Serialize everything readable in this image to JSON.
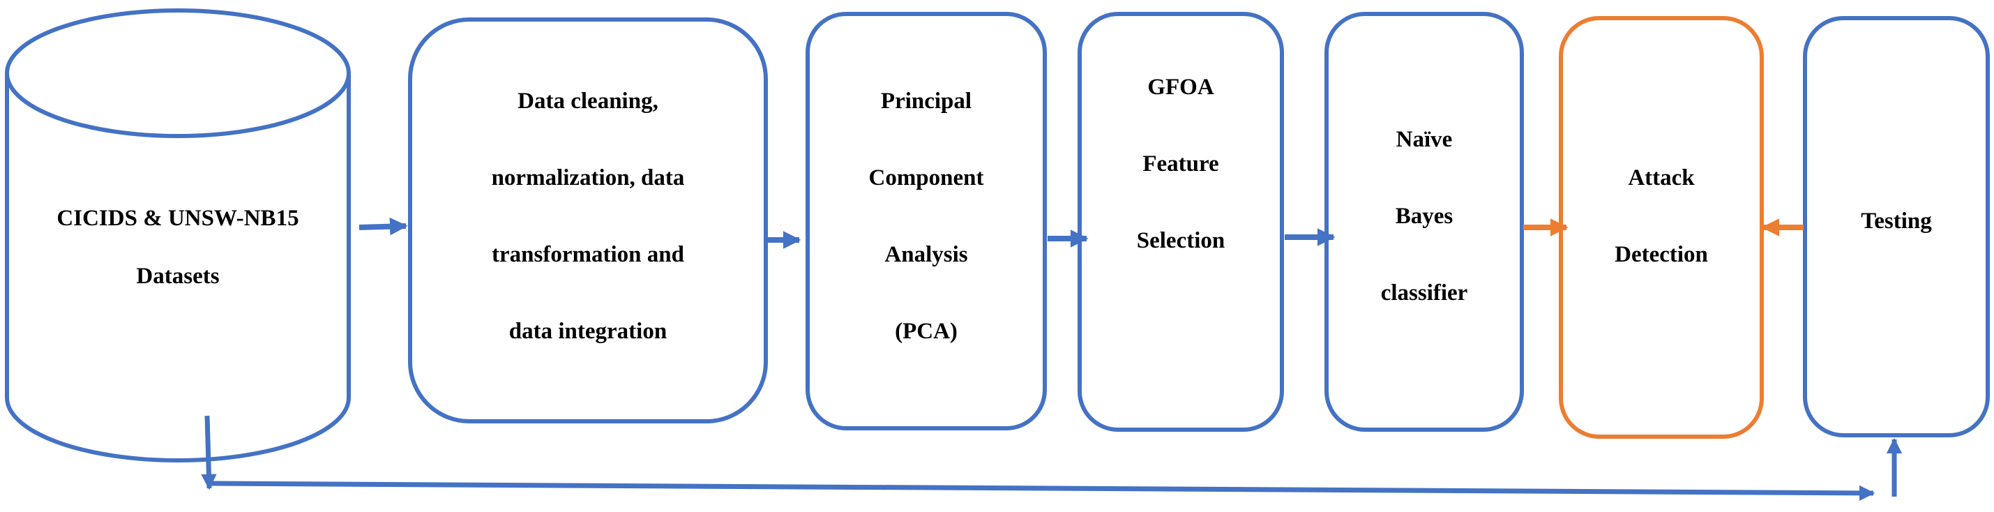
{
  "colors": {
    "blue": "#4472C4",
    "orange": "#ED7D31",
    "text": "#000000",
    "background": "#FFFFFF"
  },
  "nodes": {
    "datasets": {
      "lines": [
        "CICIDS & UNSW-NB15",
        "Datasets"
      ],
      "shape": "cylinder"
    },
    "preprocessing": {
      "lines": [
        "Data cleaning,",
        "normalization, data",
        "transformation and",
        "data integration"
      ],
      "shape": "rounded-rectangle"
    },
    "pca": {
      "lines": [
        "Principal",
        "Component",
        "Analysis",
        "(PCA)"
      ],
      "shape": "rounded-rectangle"
    },
    "gfoa": {
      "lines": [
        "GFOA",
        "Feature",
        "Selection"
      ],
      "shape": "rounded-rectangle"
    },
    "naive_bayes": {
      "lines": [
        "Naïve",
        "Bayes",
        "classifier"
      ],
      "shape": "rounded-rectangle"
    },
    "attack_detection": {
      "lines": [
        "Attack",
        "Detection"
      ],
      "shape": "rounded-rectangle"
    },
    "testing": {
      "lines": [
        "Testing"
      ],
      "shape": "rounded-rectangle"
    }
  },
  "edges": [
    {
      "from": "datasets",
      "to": "preprocessing",
      "color": "blue"
    },
    {
      "from": "preprocessing",
      "to": "pca",
      "color": "blue"
    },
    {
      "from": "pca",
      "to": "gfoa",
      "color": "blue"
    },
    {
      "from": "gfoa",
      "to": "naive_bayes",
      "color": "blue"
    },
    {
      "from": "naive_bayes",
      "to": "attack_detection",
      "color": "orange"
    },
    {
      "from": "testing",
      "to": "attack_detection",
      "color": "orange"
    },
    {
      "from": "datasets",
      "to": "testing",
      "color": "blue",
      "route": "bottom-loop"
    }
  ]
}
